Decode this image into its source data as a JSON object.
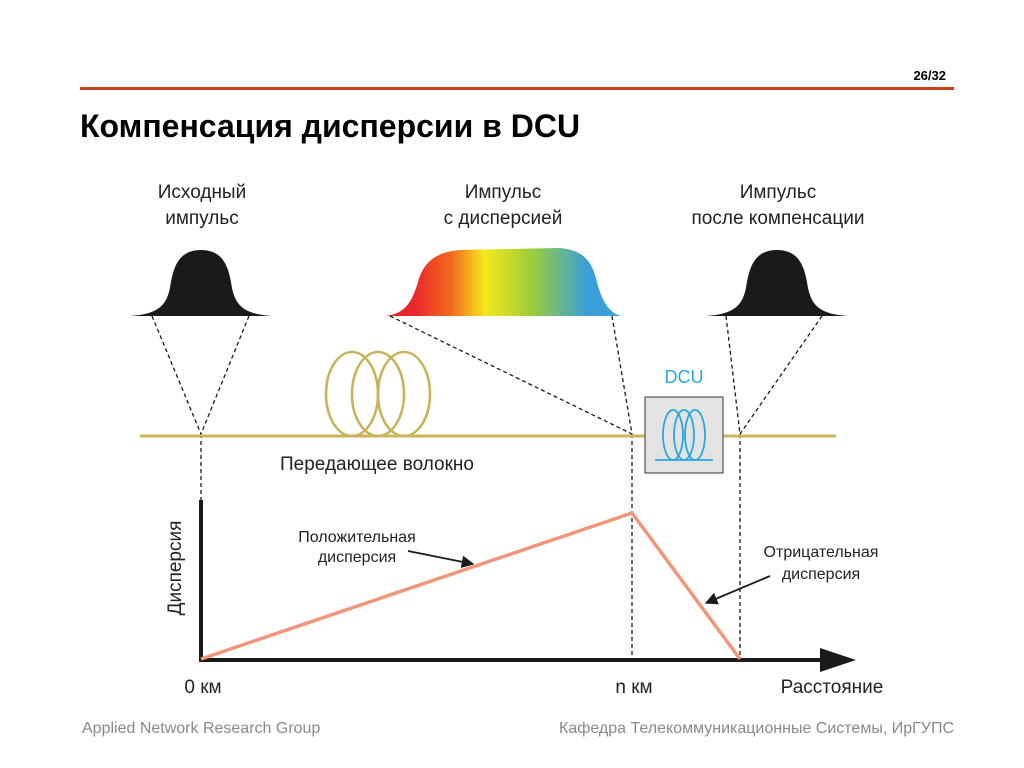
{
  "slide": {
    "page_number": "26/32",
    "title": "Компенсация дисперсии в DCU",
    "accent_color": "#c8401b"
  },
  "pulses": {
    "original": {
      "line1": "Исходный",
      "line2": "импульс",
      "color": "#1a1a1a"
    },
    "dispersed": {
      "line1": "Импульс",
      "line2": "с дисперсией",
      "gradient": [
        "#e8262b",
        "#f7e81a",
        "#3ba0d8"
      ]
    },
    "compensated": {
      "line1": "Импульс",
      "line2": "после компенсации",
      "color": "#1a1a1a"
    }
  },
  "fiber": {
    "label": "Передающее волокно",
    "color": "#c8b45a"
  },
  "dcu": {
    "label": "DCU",
    "color": "#2aa7dc"
  },
  "graph": {
    "y_axis_label": "Дисперсия",
    "positive_label_line1": "Положительная",
    "positive_label_line2": "дисперсия",
    "negative_label_line1": "Отрицательная",
    "negative_label_line2": "дисперсия",
    "x_tick_start": "0 км",
    "x_tick_n": "n км",
    "x_axis_label": "Расстояние",
    "line_color": "#f0967a"
  },
  "footer": {
    "left": "Applied Network Research Group",
    "right": "Кафедра Телекоммуникационные Системы, ИрГУПС"
  }
}
